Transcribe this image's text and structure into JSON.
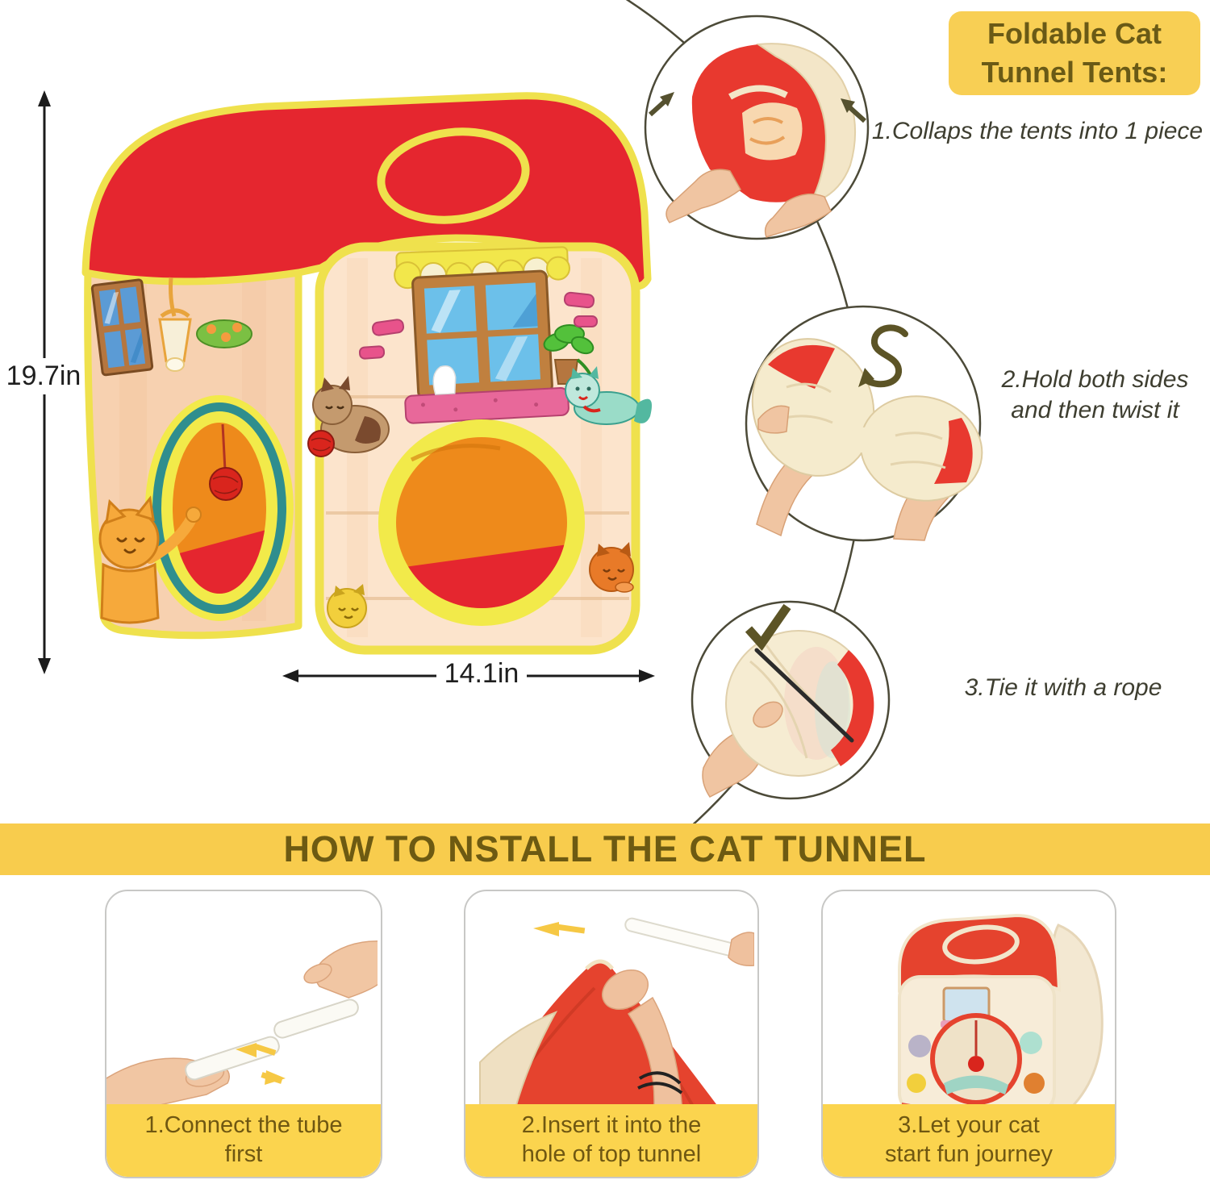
{
  "product": {
    "title": "Foldable Cat Tunnel Tents:",
    "fold_steps": [
      {
        "line1": "1.Collaps the tents into 1 piece",
        "line2": ""
      },
      {
        "line1": "2.Hold both sides",
        "line2": "and then twist it"
      },
      {
        "line1": "3.Tie it with a rope",
        "line2": ""
      }
    ],
    "dimensions": {
      "height_label": "19.7in",
      "width_label": "14.1in"
    },
    "install": {
      "banner": "HOW TO NSTALL THE CAT TUNNEL",
      "steps": [
        {
          "line1": "1.Connect the tube first",
          "line2": ""
        },
        {
          "line1": "2.Insert it into the",
          "line2": "hole of top tunnel"
        },
        {
          "line1": "3.Let your cat",
          "line2": "start fun journey"
        }
      ]
    },
    "icons": {
      "fold_direction": "diagonal-arrows",
      "twist": "s-twist-arrow",
      "tied": "checkmark",
      "connect": "converging-yellow-arrows",
      "insert": "left-yellow-arrow"
    },
    "colors": {
      "tent_red": "#e5262f",
      "trim_yellow": "#efe14d",
      "side_wall_peach": "#f7d1b0",
      "front_wall": "#fce4cc",
      "door_orange": "#ee8a1b",
      "door_ring_teal": "#2f8e8e",
      "banner_yellow": "#f8cc4d",
      "caption_yellow": "#fbd44e",
      "title_yellow": "#f8cf54",
      "heading_text": "#6a5a16",
      "step_text": "#3e3e30"
    }
  }
}
